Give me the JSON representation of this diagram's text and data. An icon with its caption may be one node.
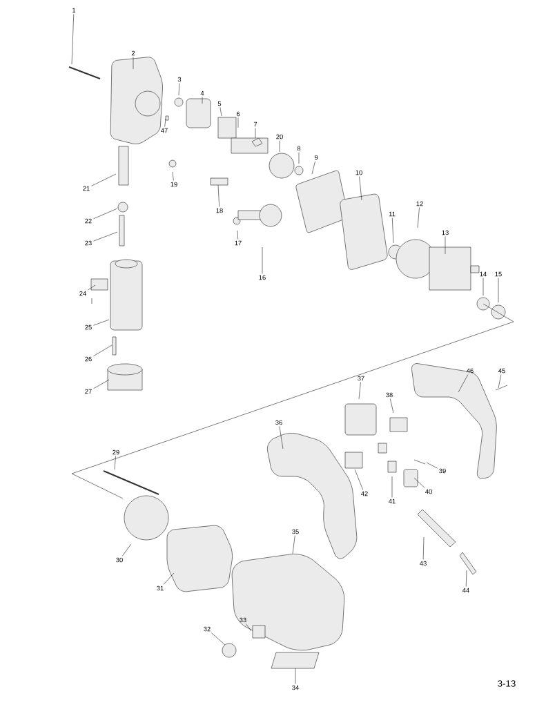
{
  "diagram": {
    "nodes": [
      {
        "text": [
          "1"
        ]
      },
      {
        "text": [
          "2"
        ]
      },
      {
        "text": [
          "3"
        ]
      },
      {
        "text": [
          "4"
        ]
      },
      {
        "text": [
          "5"
        ]
      },
      {
        "text": [
          "6"
        ]
      },
      {
        "text": [
          "7"
        ]
      },
      {
        "text": [
          "8"
        ]
      },
      {
        "text": [
          "9"
        ]
      },
      {
        "text": [
          "10"
        ]
      },
      {
        "text": [
          "11"
        ]
      },
      {
        "text": [
          "12"
        ]
      },
      {
        "text": [
          "13"
        ]
      },
      {
        "text": [
          "14"
        ]
      },
      {
        "text": [
          "15"
        ]
      },
      {
        "text": [
          "16"
        ]
      },
      {
        "text": [
          "17"
        ]
      },
      {
        "text": [
          "18"
        ]
      },
      {
        "text": [
          "19"
        ]
      },
      {
        "text": [
          "20"
        ]
      },
      {
        "text": [
          "21"
        ]
      },
      {
        "text": [
          "22"
        ]
      },
      {
        "text": [
          "23"
        ]
      },
      {
        "text": [
          "24"
        ]
      },
      {
        "text": [
          "25"
        ]
      },
      {
        "text": [
          "26"
        ]
      },
      {
        "text": [
          "27"
        ]
      },
      {
        "text": [
          "29"
        ]
      },
      {
        "text": [
          "30"
        ]
      },
      {
        "text": [
          "31"
        ]
      },
      {
        "text": [
          "32"
        ]
      },
      {
        "text": [
          "33"
        ]
      },
      {
        "text": [
          "34"
        ]
      },
      {
        "text": [
          "35"
        ]
      },
      {
        "text": [
          "36"
        ]
      },
      {
        "text": [
          "37"
        ]
      },
      {
        "text": [
          "38"
        ]
      },
      {
        "text": [
          "39"
        ]
      },
      {
        "text": [
          "40"
        ]
      },
      {
        "text": [
          "41"
        ]
      },
      {
        "text": [
          "42"
        ]
      },
      {
        "text": [
          "43"
        ]
      },
      {
        "text": [
          "44"
        ]
      },
      {
        "text": [
          "45"
        ]
      },
      {
        "text": [
          "46"
        ]
      },
      {
        "text": [
          "47"
        ]
      }
    ],
    "edges": [
      {
        "from": 0,
        "to": null,
        "arrow": "none"
      },
      {
        "from": 1,
        "to": null,
        "arrow": "none"
      },
      {
        "from": 2,
        "to": null,
        "arrow": "none"
      },
      {
        "from": 3,
        "to": null,
        "arrow": "none"
      },
      {
        "from": 4,
        "to": null,
        "arrow": "none"
      },
      {
        "from": 5,
        "to": null,
        "arrow": "none"
      },
      {
        "from": 6,
        "to": null,
        "arrow": "none"
      },
      {
        "from": 7,
        "to": null,
        "arrow": "none"
      },
      {
        "from": 8,
        "to": null,
        "arrow": "none"
      },
      {
        "from": 9,
        "to": null,
        "arrow": "none"
      },
      {
        "from": 10,
        "to": null,
        "arrow": "none"
      },
      {
        "from": 11,
        "to": null,
        "arrow": "none"
      },
      {
        "from": 12,
        "to": null,
        "arrow": "none"
      },
      {
        "from": 13,
        "to": null,
        "arrow": "none"
      },
      {
        "from": 14,
        "to": null,
        "arrow": "none"
      },
      {
        "from": 15,
        "to": null,
        "arrow": "none"
      },
      {
        "from": 16,
        "to": null,
        "arrow": "none"
      },
      {
        "from": 17,
        "to": null,
        "arrow": "none"
      },
      {
        "from": 18,
        "to": null,
        "arrow": "none"
      },
      {
        "from": 19,
        "to": null,
        "arrow": "none"
      },
      {
        "from": 20,
        "to": null,
        "arrow": "none"
      },
      {
        "from": 21,
        "to": null,
        "arrow": "none"
      },
      {
        "from": 22,
        "to": null,
        "arrow": "none"
      },
      {
        "from": 23,
        "to": null,
        "arrow": "none"
      },
      {
        "from": 24,
        "to": null,
        "arrow": "none"
      },
      {
        "from": 25,
        "to": null,
        "arrow": "none"
      },
      {
        "from": 26,
        "to": null,
        "arrow": "none"
      },
      {
        "from": 27,
        "to": null,
        "arrow": "none"
      },
      {
        "from": 28,
        "to": null,
        "arrow": "none"
      },
      {
        "from": 29,
        "to": null,
        "arrow": "none"
      },
      {
        "from": 30,
        "to": null,
        "arrow": "none"
      },
      {
        "from": 31,
        "to": null,
        "arrow": "none"
      },
      {
        "from": 32,
        "to": null,
        "arrow": "none"
      },
      {
        "from": 33,
        "to": null,
        "arrow": "none"
      },
      {
        "from": 34,
        "to": null,
        "arrow": "none"
      },
      {
        "from": 35,
        "to": null,
        "arrow": "none"
      },
      {
        "from": 36,
        "to": null,
        "arrow": "none"
      },
      {
        "from": 37,
        "to": null,
        "arrow": "none"
      },
      {
        "from": 38,
        "to": null,
        "arrow": "none"
      },
      {
        "from": 39,
        "to": null,
        "arrow": "none"
      },
      {
        "from": 40,
        "to": null,
        "arrow": "none"
      },
      {
        "from": 41,
        "to": null,
        "arrow": "none"
      },
      {
        "from": 42,
        "to": null,
        "arrow": "none"
      },
      {
        "from": 43,
        "to": null,
        "arrow": "none"
      },
      {
        "from": 44,
        "to": null,
        "arrow": "none"
      },
      {
        "from": 45,
        "to": null,
        "arrow": "none"
      }
    ],
    "labels": [
      "3-13"
    ]
  }
}
